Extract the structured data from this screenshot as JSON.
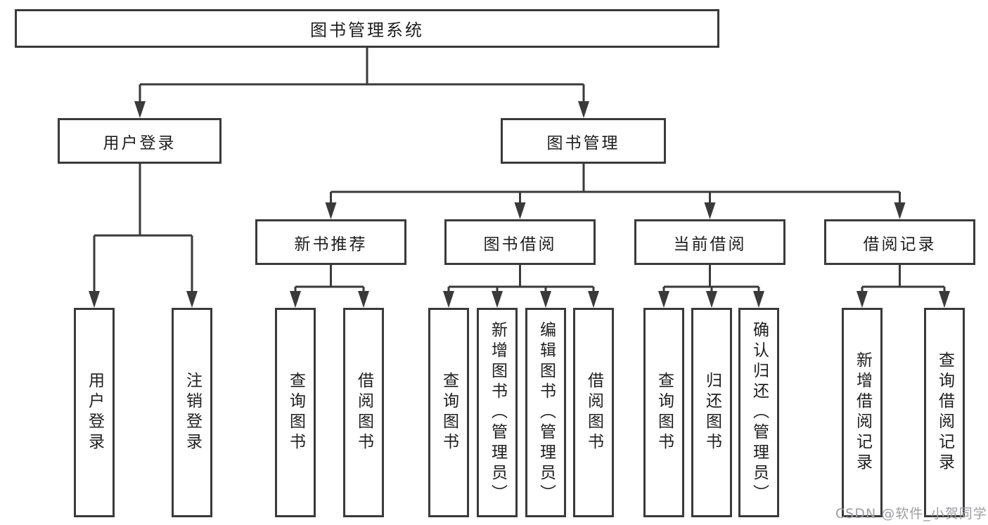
{
  "diagram": {
    "root": {
      "label": "图书管理系统"
    },
    "level2": [
      {
        "label": "用户登录"
      },
      {
        "label": "图书管理"
      }
    ],
    "level3": [
      {
        "label": "新书推荐"
      },
      {
        "label": "图书借阅"
      },
      {
        "label": "当前借阅"
      },
      {
        "label": "借阅记录"
      }
    ],
    "leaves": {
      "user_login": [
        "用户登录",
        "注销登录"
      ],
      "new_book": [
        "查询图书",
        "借阅图书"
      ],
      "book_borrow": [
        "查询图书",
        "新增图书（管理员）",
        "编辑图书（管理员）",
        "借阅图书"
      ],
      "current_borrow": [
        "查询图书",
        "归还图书",
        "确认归还（管理员）"
      ],
      "borrow_record": [
        "新增借阅记录",
        "查询借阅记录"
      ]
    },
    "colors": {
      "line": "#3a3a3a",
      "box_border": "#3a3a3a",
      "box_fill": "#ffffff",
      "text": "#1e1e1e",
      "watermark": "#9e9ea2"
    },
    "watermark": "CSDN @软件_小贺同学"
  }
}
